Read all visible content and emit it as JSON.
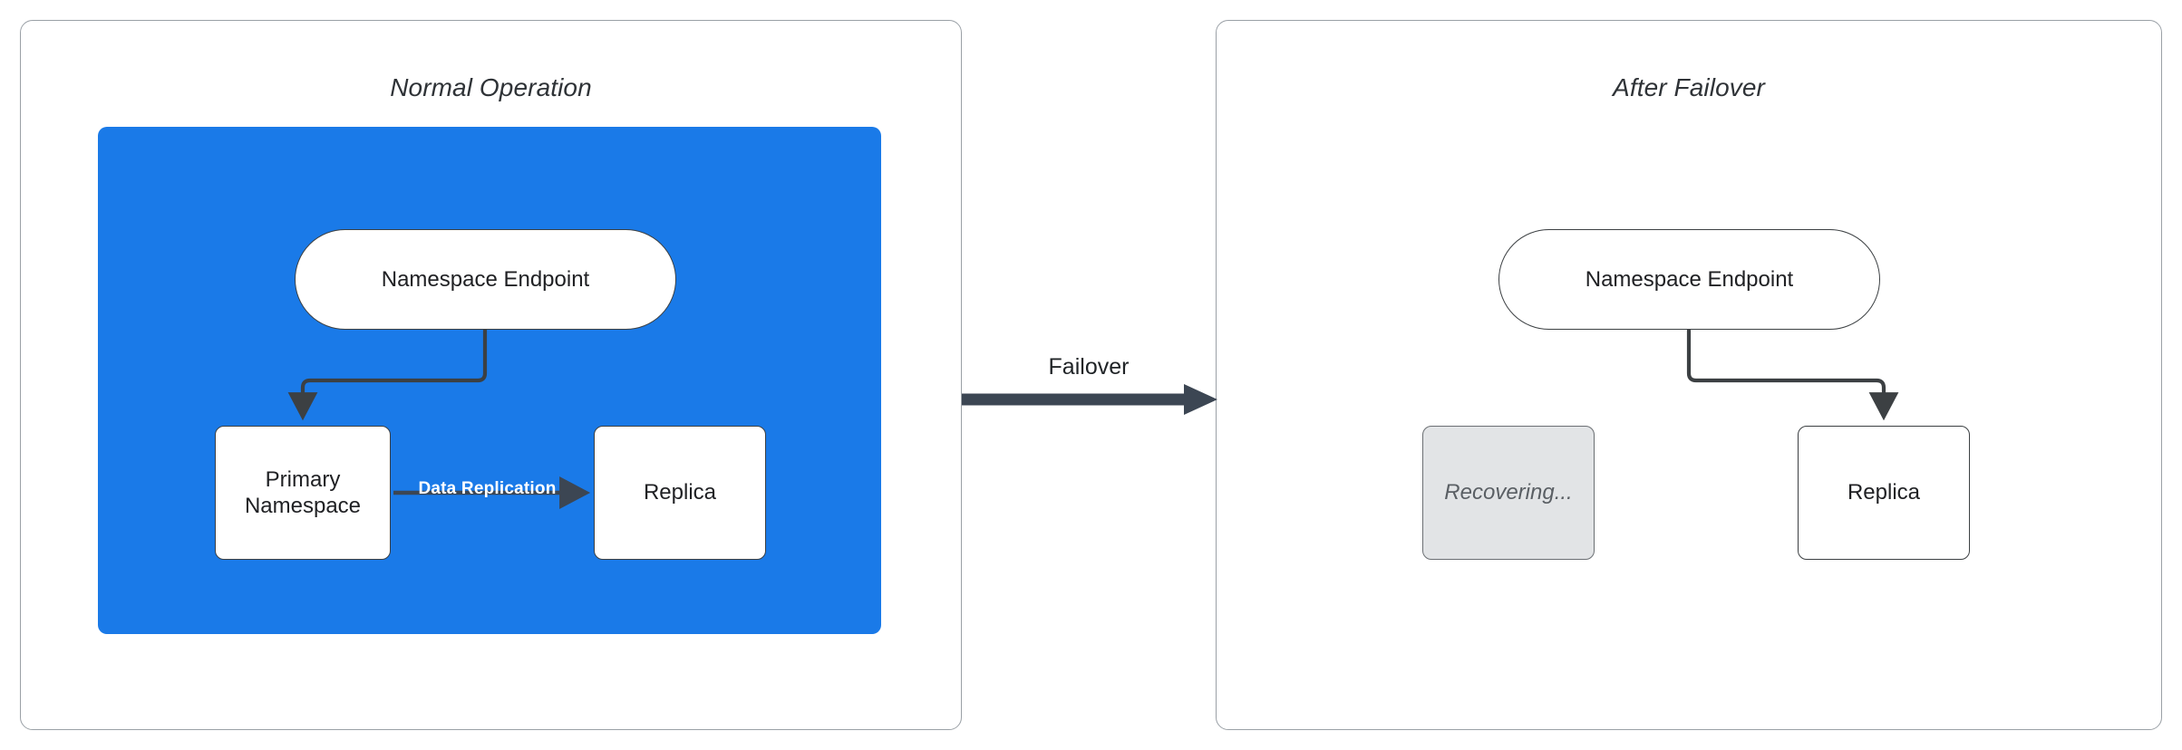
{
  "diagram": {
    "title_left": "Normal Operation",
    "title_right": "After Failover",
    "transition_label": "Failover",
    "colors": {
      "zone_blue": "#1a7ae8",
      "node_border": "#3c4043",
      "panel_border": "#9aa0a6",
      "arrow": "#3c4653",
      "recovering_fill": "#e2e4e6",
      "replication_label": "#ffffff"
    }
  },
  "panels": [
    {
      "id": "normal-operation",
      "title": "Normal Operation",
      "nodes": [
        {
          "id": "namespace-endpoint",
          "label": "Namespace Endpoint",
          "shape": "pill",
          "state": "active"
        },
        {
          "id": "primary-namespace",
          "label": "Primary\nNamespace",
          "line1": "Primary",
          "line2": "Namespace",
          "shape": "box",
          "state": "active"
        },
        {
          "id": "replica",
          "label": "Replica",
          "shape": "box",
          "state": "active"
        }
      ],
      "edges": [
        {
          "from": "namespace-endpoint",
          "to": "primary-namespace",
          "label": "",
          "style": "elbow-arrow"
        },
        {
          "from": "primary-namespace",
          "to": "replica",
          "label": "Data Replication",
          "style": "straight-arrow"
        }
      ]
    },
    {
      "id": "after-failover",
      "title": "After Failover",
      "nodes": [
        {
          "id": "namespace-endpoint",
          "label": "Namespace Endpoint",
          "shape": "pill",
          "state": "active"
        },
        {
          "id": "recovering",
          "label": "Recovering...",
          "shape": "box",
          "state": "recovering"
        },
        {
          "id": "replica",
          "label": "Replica",
          "shape": "box",
          "state": "active"
        }
      ],
      "edges": [
        {
          "from": "namespace-endpoint",
          "to": "replica",
          "label": "",
          "style": "elbow-arrow"
        }
      ]
    }
  ],
  "transition": {
    "label": "Failover",
    "direction": "left-to-right"
  }
}
